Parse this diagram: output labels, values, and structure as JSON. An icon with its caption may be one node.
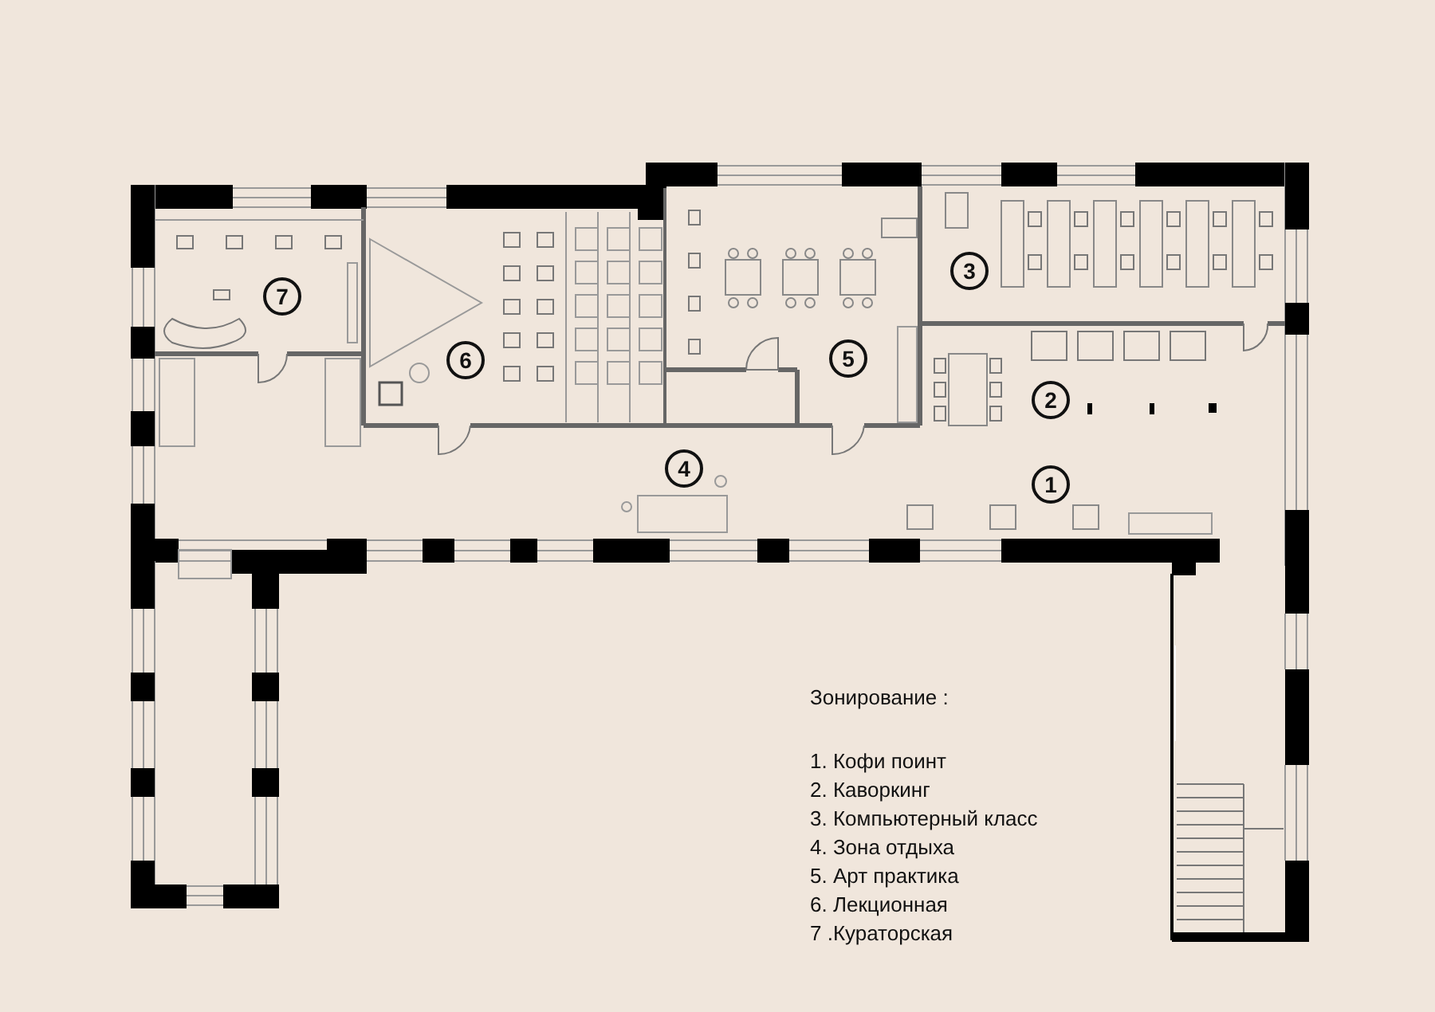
{
  "diagram": {
    "labels": [
      "3",
      "7",
      "6",
      "5",
      "2",
      "4",
      "1",
      "Зонирование :",
      "1. Кофи поинт",
      "2. Каворкинг",
      "3. Компьютерный класс",
      "4. Зона отдыха",
      "5. Арт практика",
      "6. Лекционная",
      "7 .Кураторская"
    ]
  }
}
